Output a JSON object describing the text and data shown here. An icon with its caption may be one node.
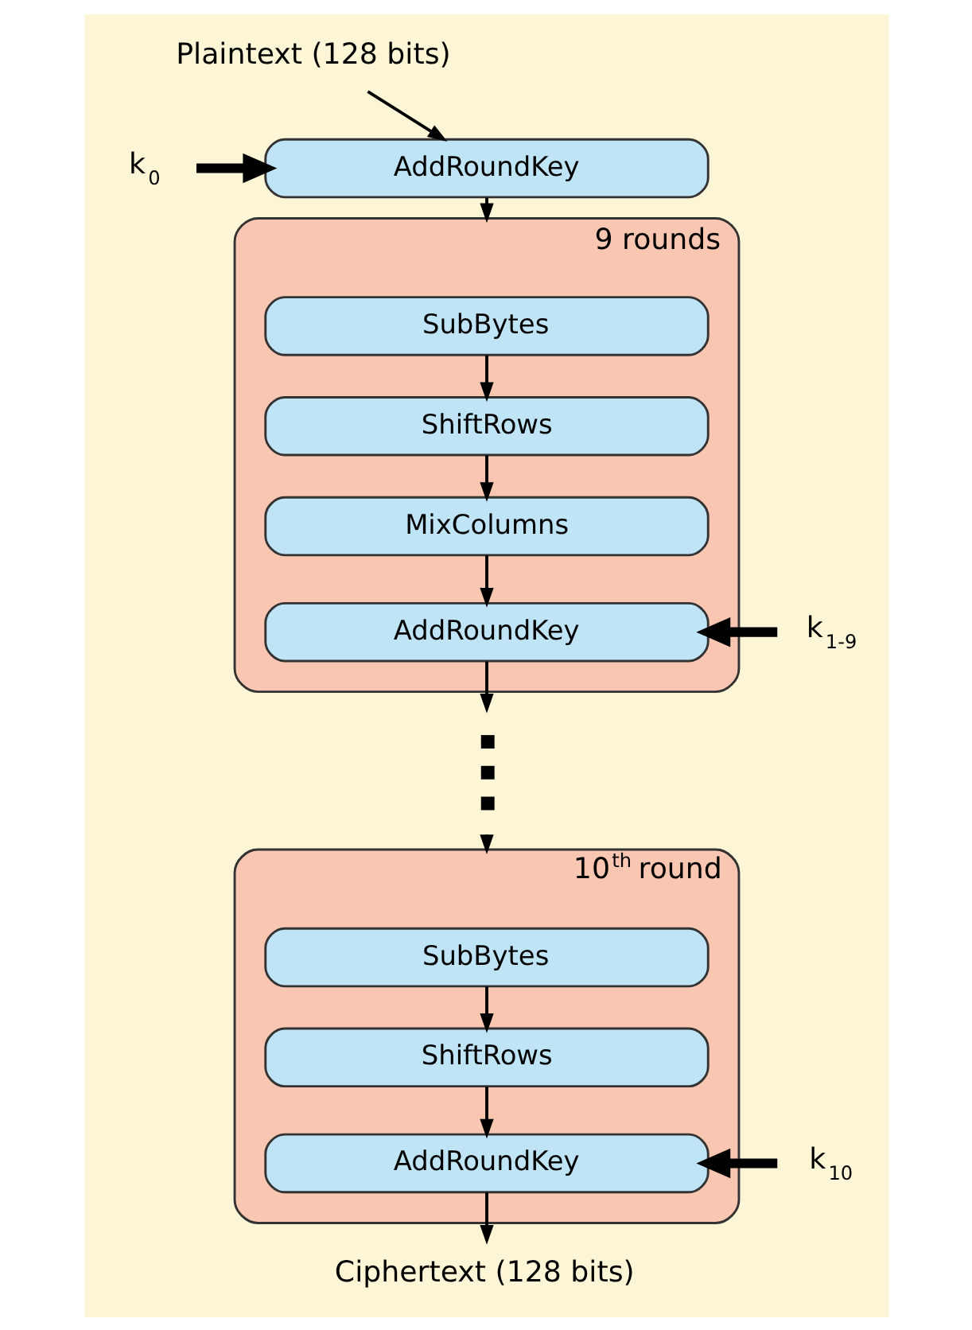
{
  "diagram": {
    "nodes": [
      {
        "text": [
          "Plaintext (128 bits)"
        ]
      },
      {
        "text": [
          "k$_{0}$"
        ]
      },
      {
        "text": [
          "AddRoundKey"
        ]
      },
      {
        "text": [
          "9 rounds"
        ]
      },
      {
        "text": [
          "SubBytes"
        ],
        "in": 3
      },
      {
        "text": [
          "ShiftRows"
        ],
        "in": 3
      },
      {
        "text": [
          "MixColumns"
        ],
        "in": 3
      },
      {
        "text": [
          "k$_{1-9}$"
        ]
      },
      {
        "text": [
          "AddRoundKey"
        ],
        "in": 3
      },
      {
        "text": [],
        "shape": "dots"
      },
      {
        "text": [
          "10$^{th}$ round"
        ]
      },
      {
        "text": [
          "SubBytes"
        ],
        "in": 10
      },
      {
        "text": [
          "ShiftRows"
        ],
        "in": 10
      },
      {
        "text": [
          "k$_{10}$"
        ]
      },
      {
        "text": [
          "AddRoundKey"
        ],
        "in": 10
      },
      {
        "text": [
          "Ciphertext (128 bits)"
        ]
      }
    ],
    "edges": [
      {
        "from": 0,
        "to": 2,
        "arrow": "to"
      },
      {
        "from": 1,
        "to": 2,
        "arrow": "to",
        "style": "thick"
      },
      {
        "from": 2,
        "to": 3,
        "arrow": "to"
      },
      {
        "from": 4,
        "to": 5,
        "arrow": "to"
      },
      {
        "from": 5,
        "to": 6,
        "arrow": "to"
      },
      {
        "from": 6,
        "to": 8,
        "arrow": "to"
      },
      {
        "from": 7,
        "to": 8,
        "arrow": "to",
        "style": "thick"
      },
      {
        "from": 8,
        "to": 9,
        "arrow": "to"
      },
      {
        "from": 9,
        "to": 10,
        "arrow": "to"
      },
      {
        "from": 11,
        "to": 12,
        "arrow": "to"
      },
      {
        "from": 12,
        "to": 14,
        "arrow": "to"
      },
      {
        "from": 13,
        "to": 14,
        "arrow": "to",
        "style": "thick"
      },
      {
        "from": 14,
        "to": 15,
        "arrow": "to"
      }
    ]
  }
}
